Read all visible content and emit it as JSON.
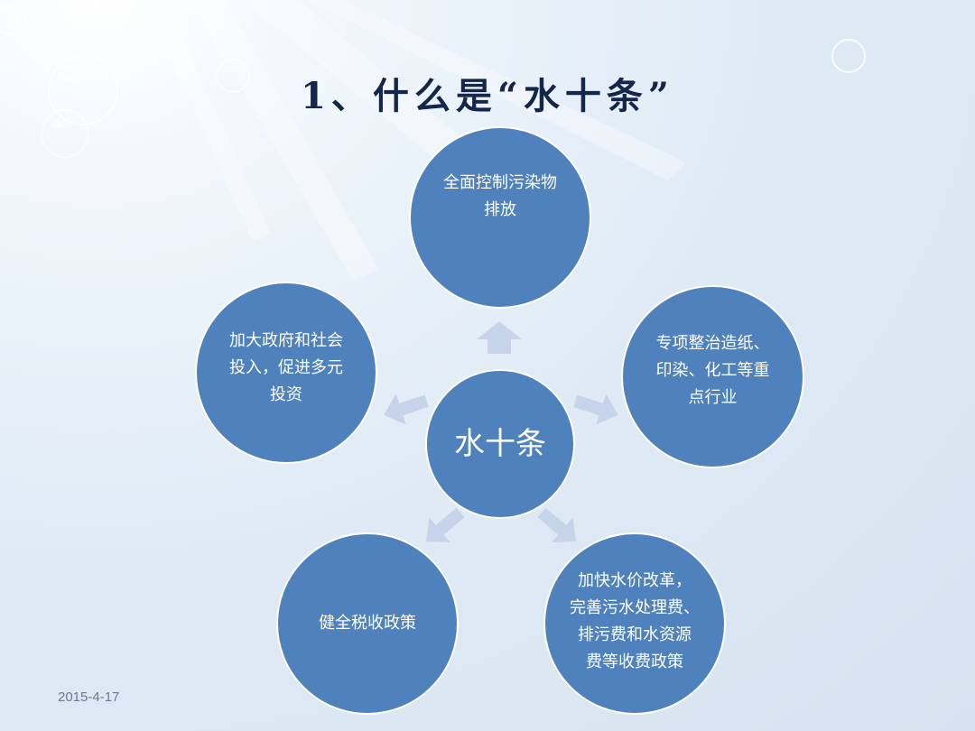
{
  "slide": {
    "title": "1、什么是“水十条”",
    "date": "2015-4-17"
  },
  "diagram": {
    "center_label": "水十条",
    "nodes": [
      {
        "label": "全面控制污染物\n排放"
      },
      {
        "label": "专项整治造纸、\n印染、化工等重\n点行业"
      },
      {
        "label": "加快水价改革，\n完善污水处理费、\n排污费和水资源\n费等收费政策"
      },
      {
        "label": "健全税收政策"
      },
      {
        "label": "加大政府和社会\n投入，促进多元\n投资"
      }
    ]
  },
  "colors": {
    "node_fill": "#4f81bd",
    "arrow_fill": "#c5d4e8",
    "title_color": "#14264a"
  }
}
